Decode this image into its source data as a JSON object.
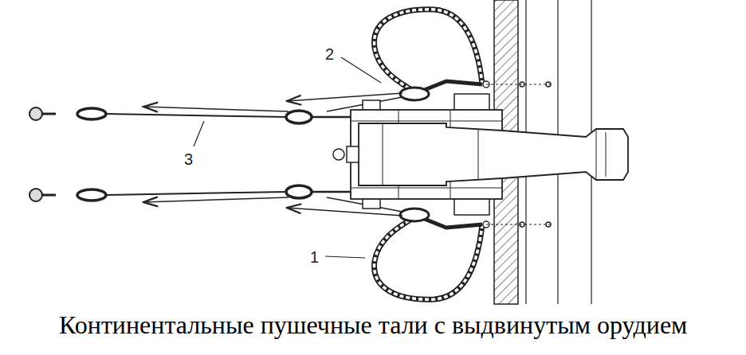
{
  "diagram": {
    "caption": "Континентальные пушечные тали с выдвинутым орудием",
    "labels": [
      "2",
      "3",
      "1"
    ]
  }
}
